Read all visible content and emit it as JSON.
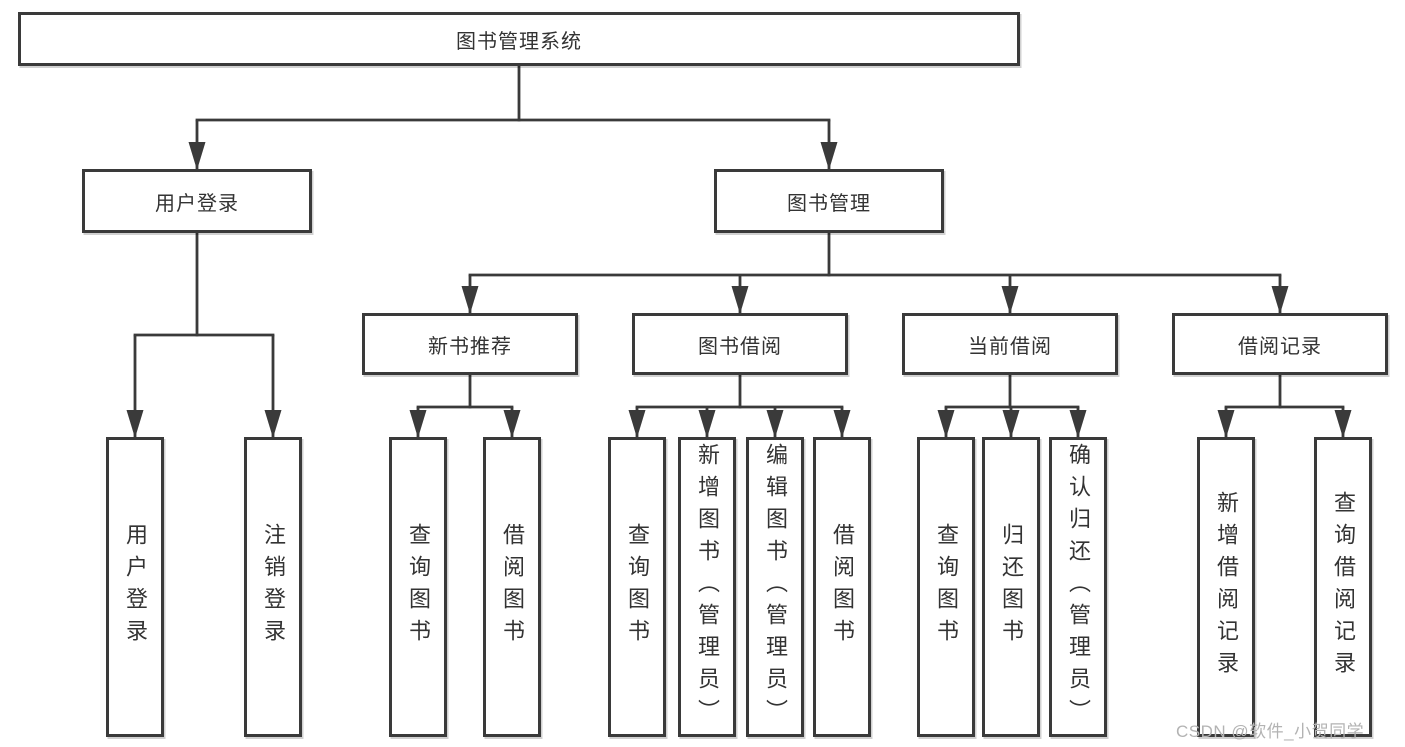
{
  "tree": {
    "label": "图书管理系统",
    "children": [
      {
        "label": "用户登录",
        "children": [
          {
            "label": "用户登录"
          },
          {
            "label": "注销登录"
          }
        ]
      },
      {
        "label": "图书管理",
        "children": [
          {
            "label": "新书推荐",
            "children": [
              {
                "label": "查询图书"
              },
              {
                "label": "借阅图书"
              }
            ]
          },
          {
            "label": "图书借阅",
            "children": [
              {
                "label": "查询图书"
              },
              {
                "label": "新增图书（管理员）"
              },
              {
                "label": "编辑图书（管理员）"
              },
              {
                "label": "借阅图书"
              }
            ]
          },
          {
            "label": "当前借阅",
            "children": [
              {
                "label": "查询图书"
              },
              {
                "label": "归还图书"
              },
              {
                "label": "确认归还（管理员）"
              }
            ]
          },
          {
            "label": "借阅记录",
            "children": [
              {
                "label": "新增借阅记录"
              },
              {
                "label": "查询借阅记录"
              }
            ]
          }
        ]
      }
    ]
  },
  "watermark": {
    "text": "CSDN @软件_小贺同学"
  },
  "colors": {
    "line": "#3a3a3a",
    "text": "#333333",
    "box_fill": "#ffffff",
    "watermark": "#b3b3b3",
    "background": "#ffffff"
  }
}
